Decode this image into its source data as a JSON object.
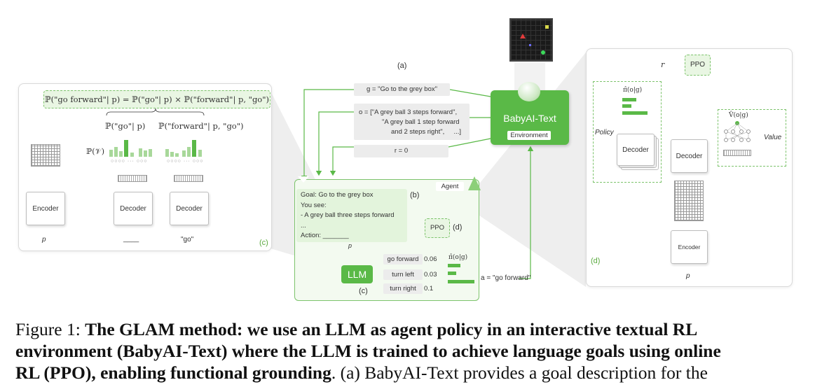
{
  "panel_a": {
    "label": "(a)",
    "goal": "g = \"Go to the grey box\"",
    "obs_line1": "o = [\"A grey ball 3 steps forward\",",
    "obs_line2": "\"A grey ball 1 step forward",
    "obs_line3": "and 2 steps right\",     ...]",
    "reward": "r = 0",
    "env_title": "BabyAI-Text",
    "env_badge": "Environment"
  },
  "panel_b": {
    "label": "(b)",
    "agent_badge": "Agent",
    "prompt_lines": [
      "Goal: Go to the grey box",
      "You see:",
      "- A grey ball three steps forward",
      "...",
      "Action: _______"
    ],
    "ppo": "PPO",
    "ppo_label": "(d)",
    "llm": "LLM",
    "c_label": "(c)",
    "actions": [
      {
        "label": "go forward",
        "prob": "0.06"
      },
      {
        "label": "turn left",
        "prob": "0.03"
      },
      {
        "label": "turn right",
        "prob": "0.1"
      }
    ],
    "policy_symbol": "π̂(o|g)",
    "action_output": "a = \"go forward\"",
    "p_label": "p"
  },
  "panel_c": {
    "label": "(c)",
    "formula": "ℙ(\"go forward\"| p) = ℙ(\"go\"| p) × ℙ(\"forward\"| p, \"go\")",
    "term1": "ℙ(\"go\"| p)",
    "term2": "ℙ(\"forward\"| p, \"go\")",
    "vocab": "ℙ(𝒱)",
    "encoder": "Encoder",
    "decoder1": "Decoder",
    "decoder2": "Decoder",
    "p_input": "p",
    "blank_input": "____",
    "go_input": "\"go\""
  },
  "panel_d": {
    "label": "(d)",
    "r_symbol": "r",
    "ppo": "PPO",
    "policy_head": "π̂(o|g)",
    "value_head": "V̂(o|g)",
    "policy_label": "Policy",
    "value_label": "Value",
    "decoder_policy": "Decoder",
    "decoder_main": "Decoder",
    "encoder": "Encoder",
    "p_input": "p"
  },
  "caption": {
    "prefix": "Figure 1: ",
    "bold1": "The GLAM method: we use an LLM as agent policy in an interactive textual RL",
    "bold2": "environment (BabyAI-Text) where the LLM is trained to achieve language goals using online",
    "bold3": "RL (PPO), enabling functional grounding",
    "rest3": ". (a) BabyAI-Text provides a goal description for the"
  },
  "colors": {
    "green": "#5ab947",
    "light_green": "#e9f6e3",
    "border": "#d9d9d9"
  }
}
